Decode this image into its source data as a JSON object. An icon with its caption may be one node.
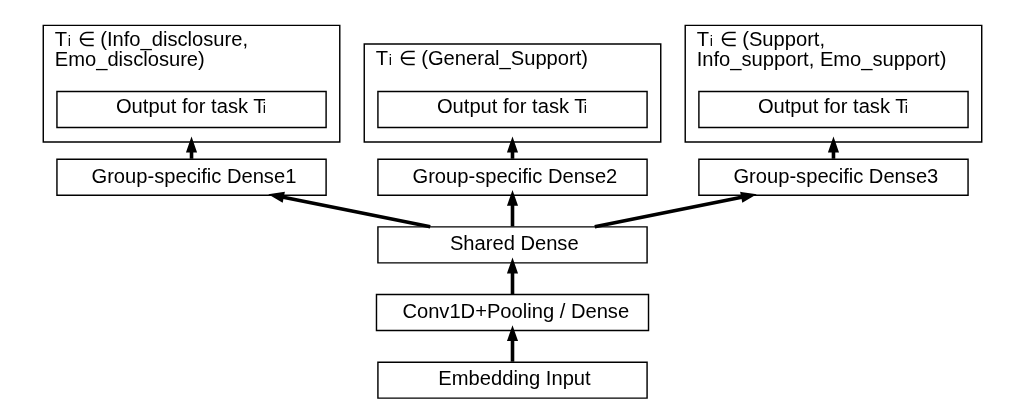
{
  "diagram": {
    "nodes": [
      {
        "text": [
          "T$_{i}$ ∈ (Info_disclosure, Emo_disclosure)"
        ]
      },
      {
        "text": [
          "Output for task T$_{i}$"
        ],
        "in": 0
      },
      {
        "text": [
          "T$_{i}$ ∈ (General_Support)"
        ]
      },
      {
        "text": [
          "Output for task T$_{i}$"
        ],
        "in": 2
      },
      {
        "text": [
          "T$_{i}$ ∈ (Support, Info_support, Emo_support)"
        ]
      },
      {
        "text": [
          "Output for task T$_{i}$"
        ],
        "in": 4
      },
      {
        "text": [
          "Group-specific Dense1"
        ]
      },
      {
        "text": [
          "Group-specific Dense2"
        ]
      },
      {
        "text": [
          "Group-specific Dense3"
        ]
      },
      {
        "text": [
          "Shared Dense"
        ]
      },
      {
        "text": [
          "Conv1D+Pooling / Dense"
        ]
      },
      {
        "text": [
          "Embedding Input"
        ]
      }
    ],
    "edges": [
      {
        "from": 11,
        "to": 10,
        "arrow": "to"
      },
      {
        "from": 10,
        "to": 9,
        "arrow": "to"
      },
      {
        "from": 9,
        "to": 6,
        "arrow": "to"
      },
      {
        "from": 9,
        "to": 7,
        "arrow": "to"
      },
      {
        "from": 9,
        "to": 8,
        "arrow": "to"
      },
      {
        "from": 6,
        "to": 0,
        "arrow": "to"
      },
      {
        "from": 7,
        "to": 2,
        "arrow": "to"
      },
      {
        "from": 8,
        "to": 4,
        "arrow": "to"
      }
    ]
  }
}
